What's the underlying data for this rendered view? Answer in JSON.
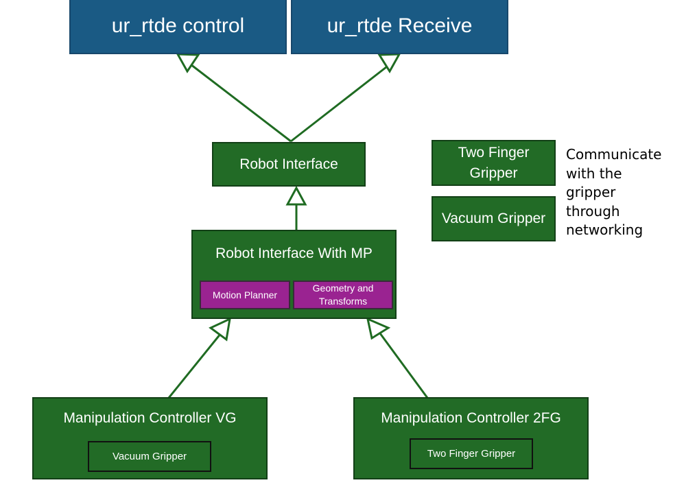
{
  "nodes": {
    "ur_rtde_control": "ur_rtde control",
    "ur_rtde_receive": "ur_rtde Receive",
    "robot_interface": "Robot Interface",
    "robot_interface_mp": "Robot Interface With MP",
    "motion_planner": "Motion Planner",
    "geometry_transforms": "Geometry and Transforms",
    "two_finger_gripper": "Two Finger Gripper",
    "vacuum_gripper": "Vacuum Gripper",
    "manip_vg": "Manipulation Controller VG",
    "manip_vg_inner": "Vacuum Gripper",
    "manip_2fg": "Manipulation Controller 2FG",
    "manip_2fg_inner": "Two Finger Gripper"
  },
  "note": "Communicate with the gripper through networking",
  "colors": {
    "blue": "#1a5a84",
    "green": "#226b26",
    "purple": "#9a2391",
    "arrow": "#1f6b22"
  }
}
